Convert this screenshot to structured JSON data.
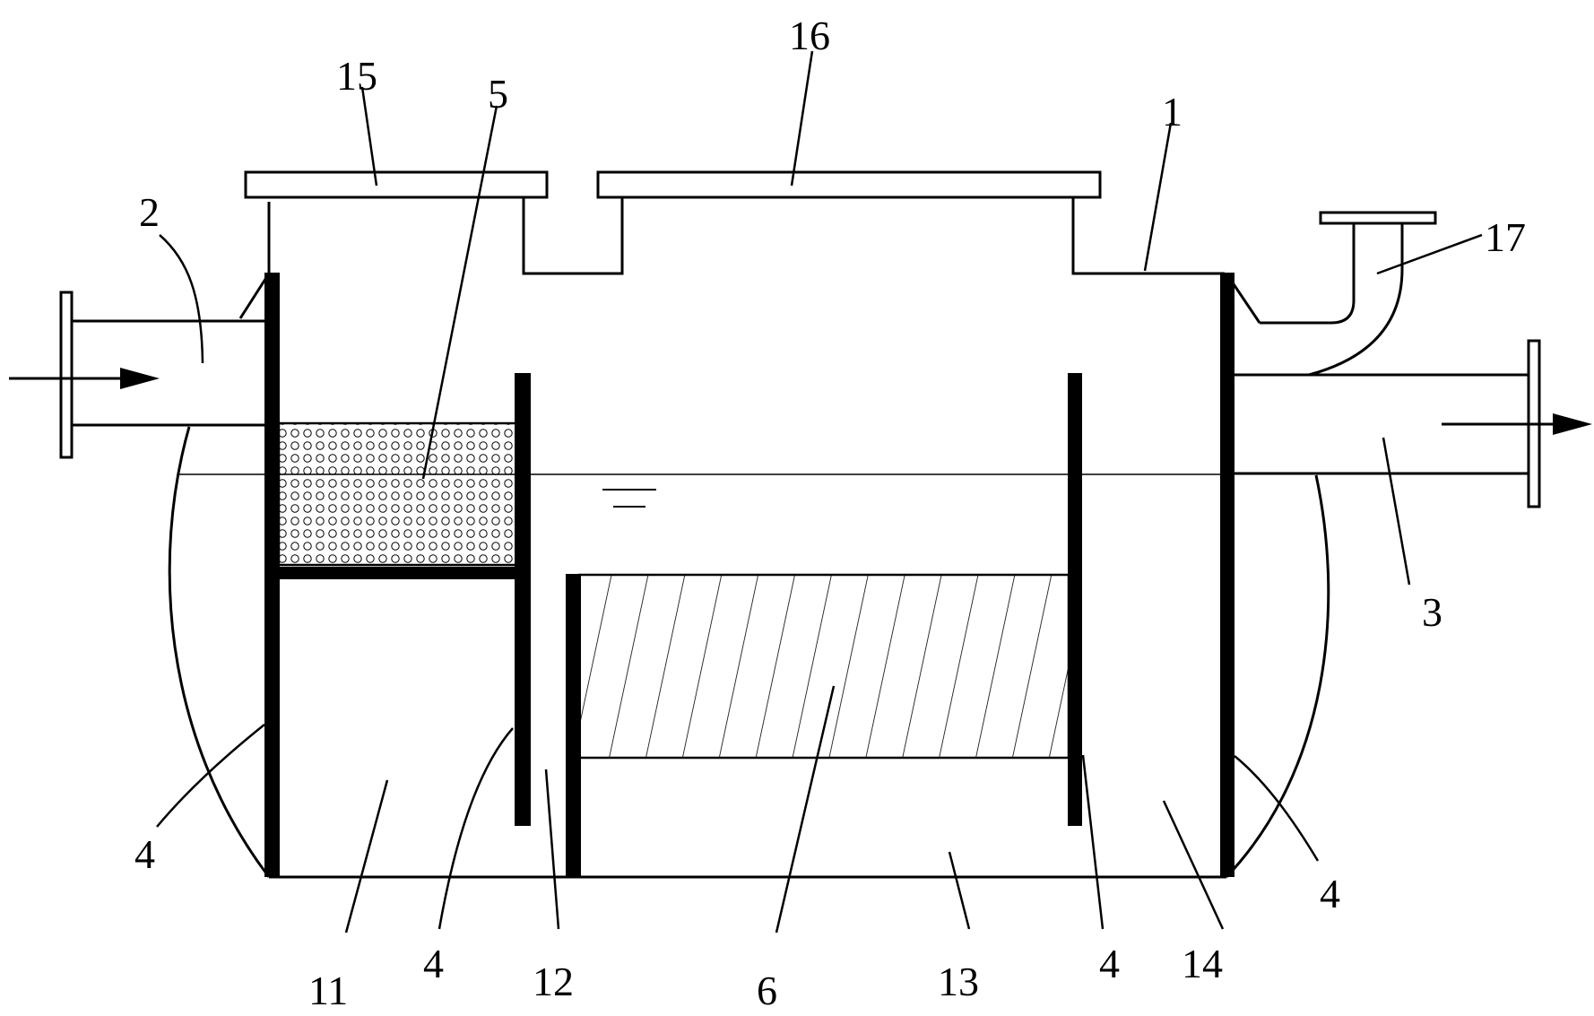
{
  "labels": {
    "l1": "1",
    "l2": "2",
    "l3": "3",
    "l4a": "4",
    "l4b": "4",
    "l4c": "4",
    "l4d": "4",
    "l5": "5",
    "l6": "6",
    "l11": "11",
    "l12": "12",
    "l13": "13",
    "l14": "14",
    "l15": "15",
    "l16": "16",
    "l17": "17"
  },
  "colors": {
    "line": "#000000",
    "background": "#ffffff"
  }
}
